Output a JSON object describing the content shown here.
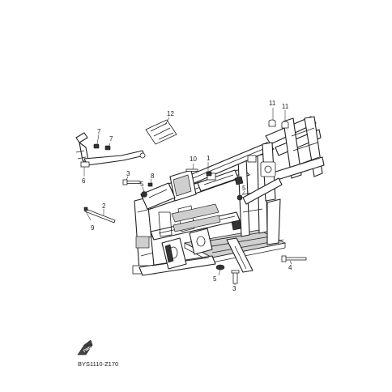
{
  "diagram_code": "BYS1110-Z170",
  "front_arrow_label": "FWD",
  "callouts": {
    "c1": "1",
    "c2": "2",
    "c3a": "3",
    "c3b": "3",
    "c4": "4",
    "c5a": "5",
    "c5b": "5",
    "c5c": "5",
    "c6": "6",
    "c7a": "7",
    "c7b": "7",
    "c8": "8",
    "c9": "9",
    "c10": "10",
    "c11a": "11",
    "c11b": "11",
    "c12": "12"
  }
}
